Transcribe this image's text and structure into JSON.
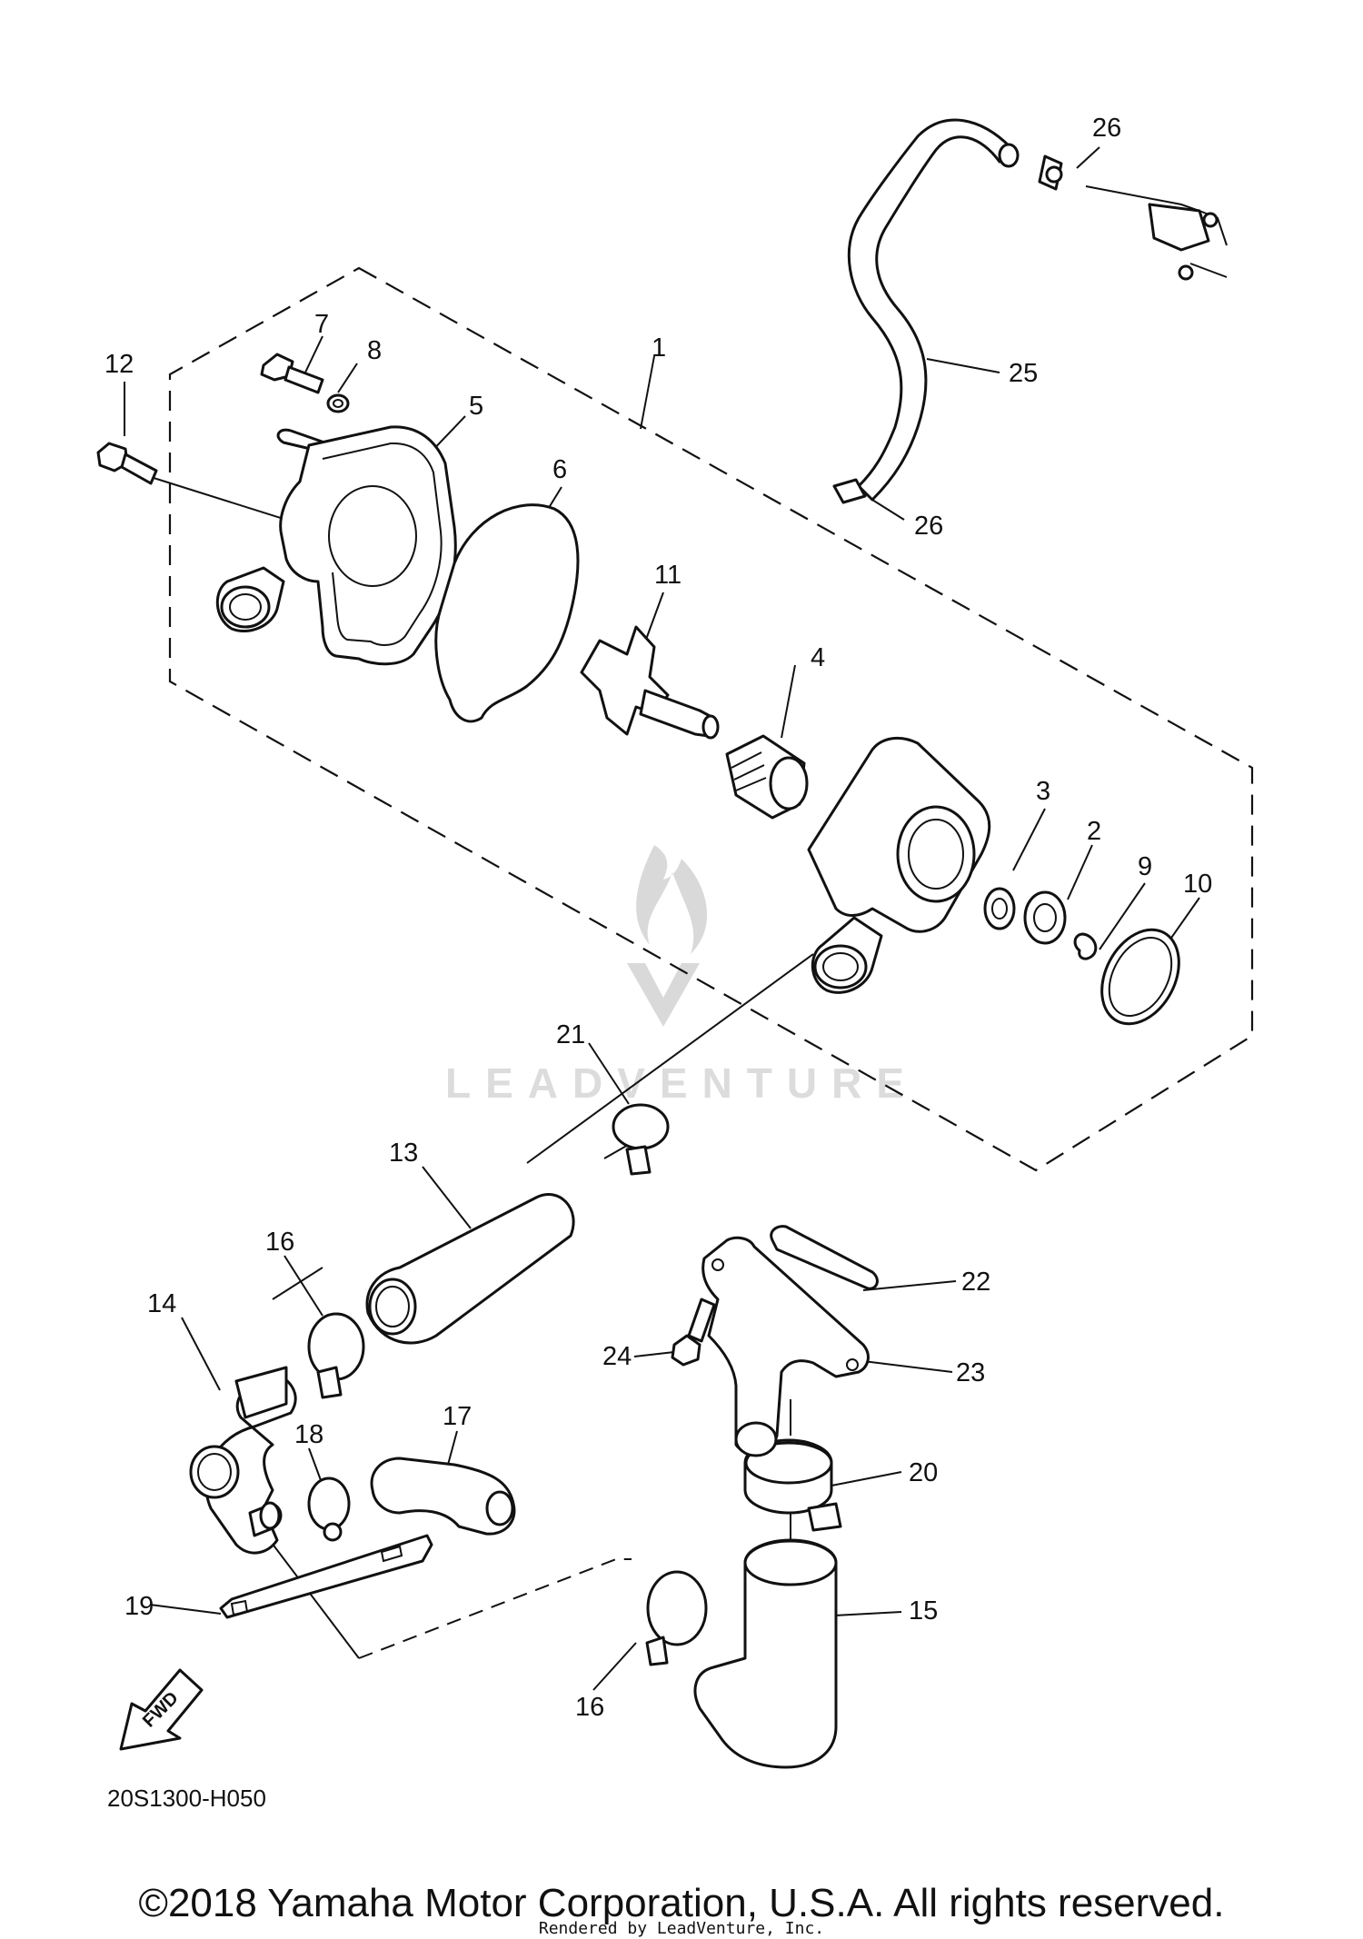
{
  "diagram": {
    "callouts": [
      "1",
      "2",
      "3",
      "4",
      "5",
      "6",
      "7",
      "8",
      "9",
      "10",
      "11",
      "12",
      "13",
      "14",
      "15",
      "16",
      "16",
      "17",
      "18",
      "19",
      "20",
      "21",
      "22",
      "23",
      "24",
      "25",
      "26",
      "26"
    ],
    "code": "20S1300-H050",
    "fwd_label": "FWD"
  },
  "footer": {
    "copyright": "©2018 Yamaha Motor Corporation, U.S.A. All rights reserved.",
    "rendered_by": "Rendered by LeadVenture, Inc."
  }
}
